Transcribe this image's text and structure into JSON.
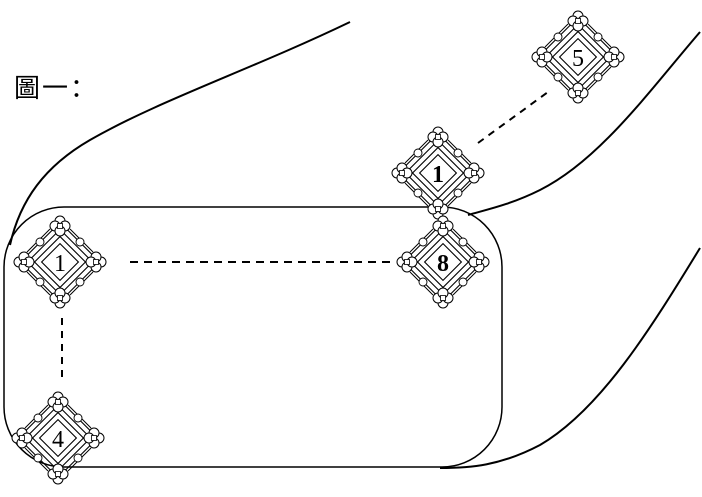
{
  "figure": {
    "caption": "圖一：",
    "stroke_color": "#000000",
    "nodes": [
      {
        "id": "n1-top",
        "label": "1",
        "bold": true
      },
      {
        "id": "n5",
        "label": "5",
        "bold": false
      },
      {
        "id": "n1-left",
        "label": "1",
        "bold": false
      },
      {
        "id": "n8",
        "label": "8",
        "bold": true
      },
      {
        "id": "n4",
        "label": "4",
        "bold": false
      }
    ]
  }
}
